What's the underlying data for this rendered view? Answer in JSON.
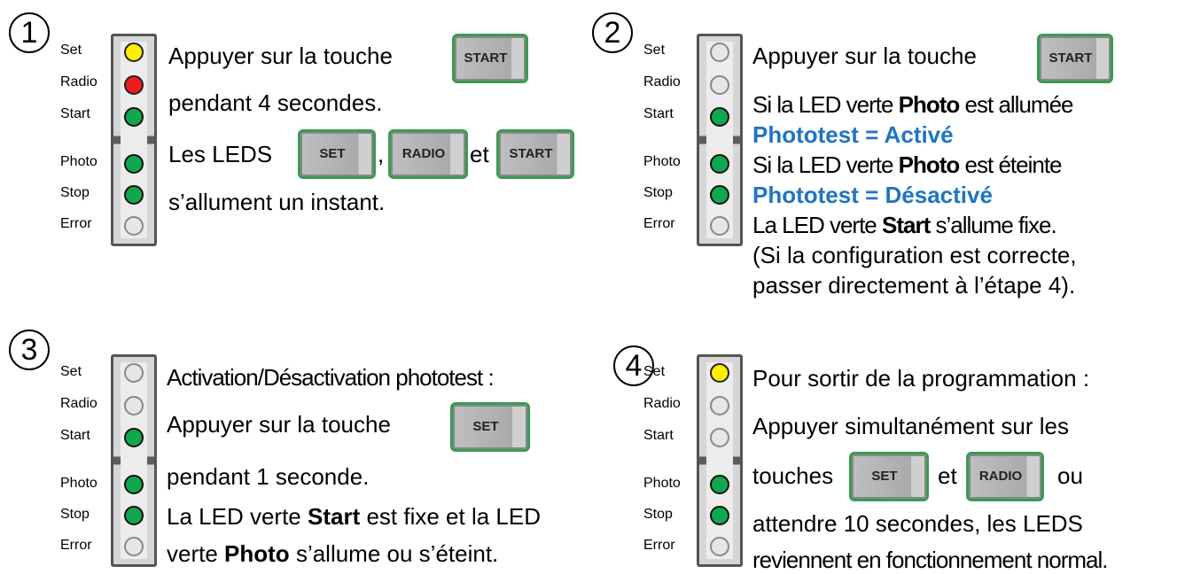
{
  "led_labels": [
    "Set",
    "Radio",
    "Start",
    "Photo",
    "Stop",
    "Error"
  ],
  "colors": {
    "green": "#10a84c",
    "yellow": "#ffee00",
    "red": "#ee1c1c",
    "off": "#e6e6e6",
    "blue_text": "#1f74c2"
  },
  "keys": {
    "set": "SET",
    "radio": "RADIO",
    "start": "START"
  },
  "steps": [
    {
      "number": "1",
      "leds": [
        "yellow",
        "red",
        "green",
        "green",
        "green",
        "off"
      ],
      "lines": {
        "l1": "Appuyer sur la touche",
        "l2": "pendant 4 secondes.",
        "l3a": "Les LEDS",
        "l3b": ",",
        "l3c": "et",
        "l4": "s’allument un instant."
      }
    },
    {
      "number": "2",
      "leds": [
        "off",
        "off",
        "green",
        "green",
        "green",
        "off"
      ],
      "lines": {
        "l1": "Appuyer sur la touche",
        "l2a": "Si la LED verte",
        "l2b": "Photo",
        "l2c": "est allumée",
        "l3": "Phototest = Activé",
        "l4a": "Si la LED verte",
        "l4b": "Photo",
        "l4c": "est éteinte",
        "l5": "Phototest = Désactivé",
        "l6a": "La LED verte",
        "l6b": "Start",
        "l6c": "s’allume fixe.",
        "l7": "(Si la configuration est correcte,",
        "l8": "passer directement à l’étape 4)."
      }
    },
    {
      "number": "3",
      "leds": [
        "off",
        "off",
        "green",
        "green",
        "green",
        "off"
      ],
      "lines": {
        "l1": "Activation/Désactivation phototest :",
        "l2": "Appuyer sur la touche",
        "l3": "pendant 1 seconde.",
        "l4a": "La LED verte",
        "l4b": "Start",
        "l4c": "est fixe et la LED",
        "l5a": "verte",
        "l5b": "Photo",
        "l5c": "s’allume ou s’éteint."
      }
    },
    {
      "number": "4",
      "leds": [
        "yellow",
        "off",
        "off",
        "green",
        "green",
        "off"
      ],
      "lines": {
        "l1": "Pour sortir de la programmation :",
        "l2": "Appuyer simultanément sur les",
        "l3a": "touches",
        "l3b": "et",
        "l3c": "ou",
        "l4": "attendre 10 secondes, les LEDS",
        "l5": "reviennent en fonctionnement normal."
      }
    }
  ]
}
